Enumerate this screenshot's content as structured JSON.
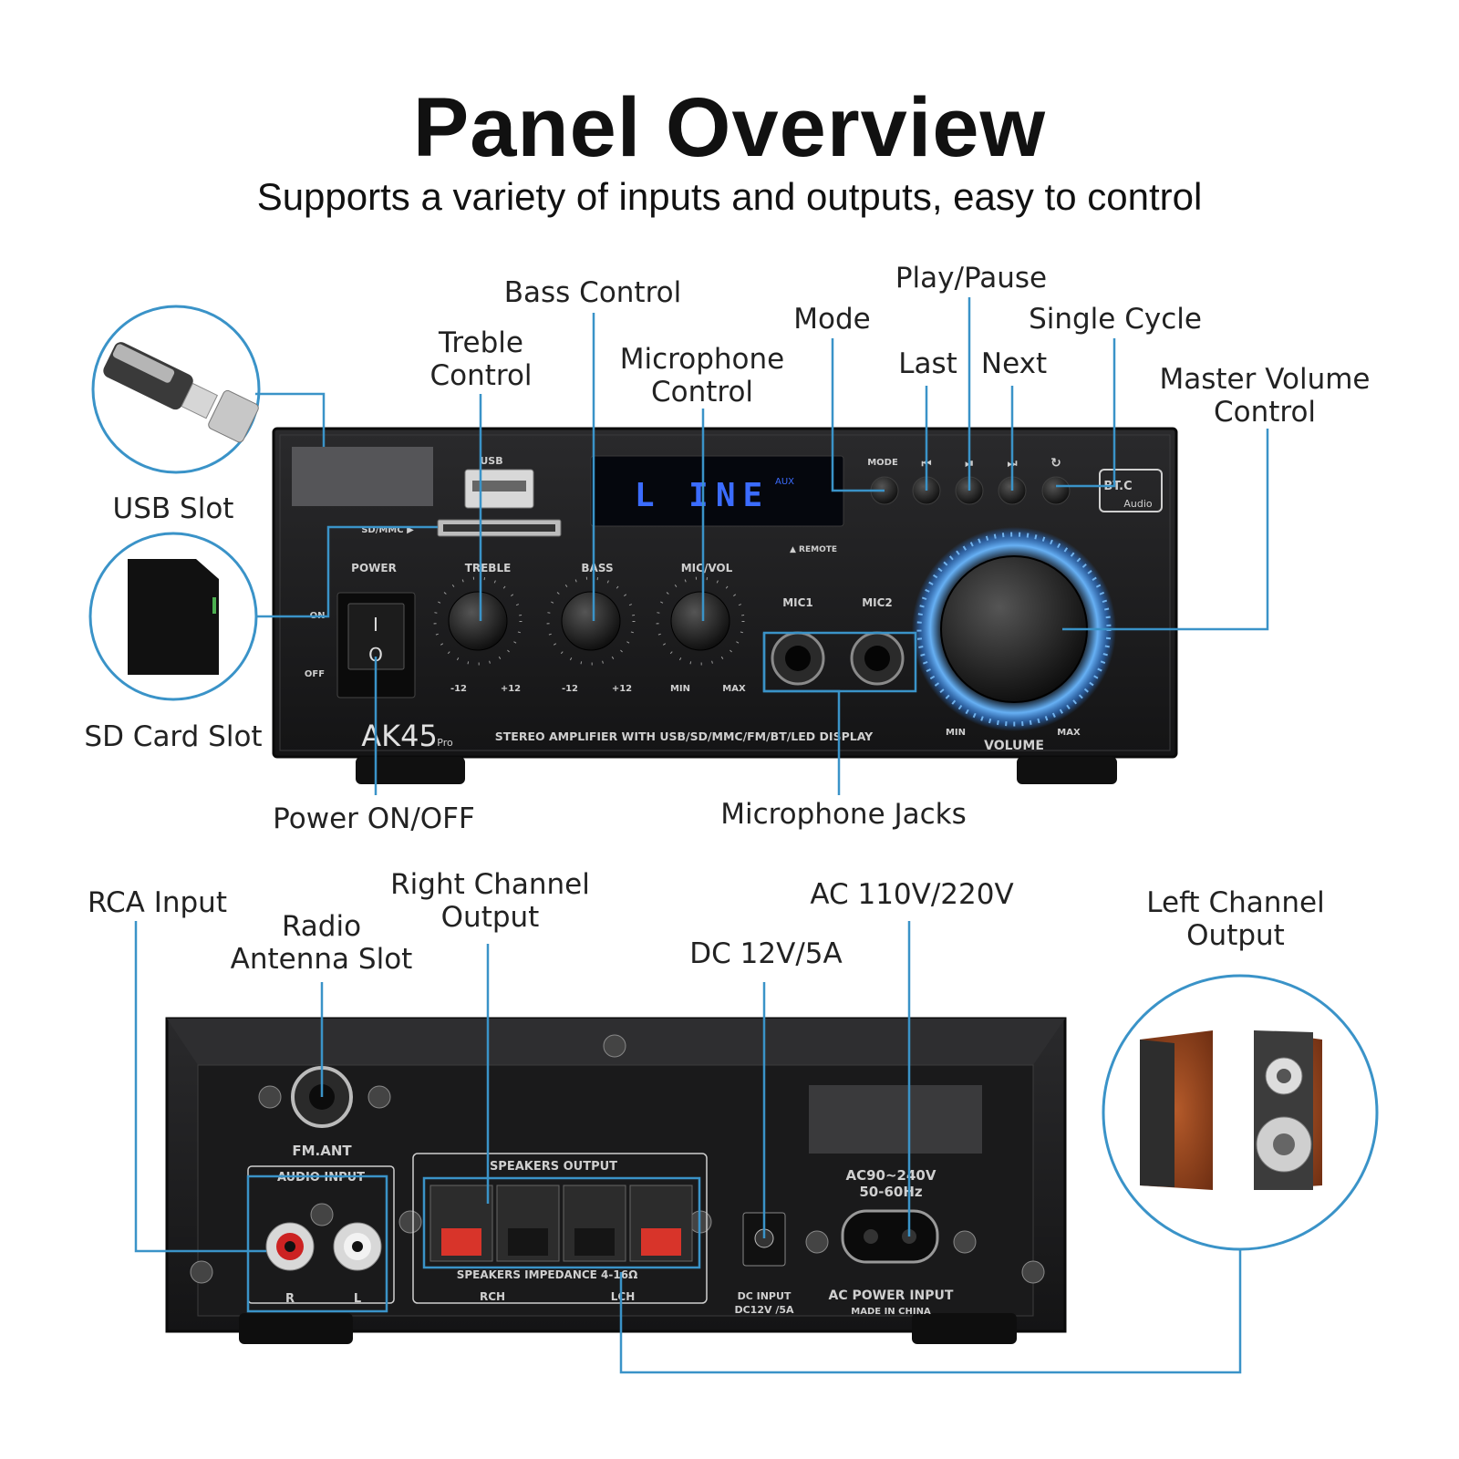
{
  "header": {
    "title": "Panel Overview",
    "subtitle": "Supports a variety of inputs and outputs, easy to control"
  },
  "front_callouts": {
    "usb_slot": "USB Slot",
    "sd_card_slot": "SD Card Slot",
    "power_on_off": "Power ON/OFF",
    "treble_control": [
      "Treble",
      "Control"
    ],
    "bass_control": "Bass Control",
    "microphone_control": [
      "Microphone",
      "Control"
    ],
    "mode": "Mode",
    "play_pause": "Play/Pause",
    "last": "Last",
    "next": "Next",
    "single_cycle": "Single Cycle",
    "master_volume_control": [
      "Master Volume",
      "Control"
    ],
    "microphone_jacks": "Microphone Jacks"
  },
  "rear_callouts": {
    "rca_input": "RCA Input",
    "radio_antenna_slot": [
      "Radio",
      "Antenna Slot"
    ],
    "right_channel_output": [
      "Right Channel",
      "Output"
    ],
    "dc_input": "DC 12V/5A",
    "ac_input": "AC 110V/220V",
    "left_channel_output": [
      "Left Channel",
      "Output"
    ]
  },
  "front_panel_print": {
    "usb": "USB",
    "sd": "SD/MMC ▶",
    "display": "L INE",
    "aux": "AUX",
    "remote": "▲ REMOTE",
    "mode": "MODE",
    "prev": "⏮",
    "play": "⏯",
    "next": "⏭",
    "cycle": "↻",
    "bt": "BT.C",
    "bt_audio": "Audio",
    "power": "POWER",
    "on": "ON",
    "off": "OFF",
    "switch_on": "I",
    "switch_off": "O",
    "treble": "TREBLE",
    "bass": "BASS",
    "micvol": "MIC/VOL",
    "m12": "-12",
    "p12": "+12",
    "min": "MIN",
    "max": "MAX",
    "mic1": "MIC1",
    "mic2": "MIC2",
    "model": "AK45",
    "model_pro": "Pro",
    "tagline": "STEREO AMPLIFIER WITH USB/SD/MMC/FM/BT/LED DISPLAY",
    "vol_min": "MIN",
    "vol_max": "MAX",
    "volume": "VOLUME"
  },
  "rear_panel_print": {
    "fm_ant": "FM.ANT",
    "audio_input": "AUDIO INPUT",
    "speakers_output": "SPEAKERS OUTPUT",
    "speakers_impedance": "SPEAKERS IMPEDANCE 4-16Ω",
    "r": "R",
    "l": "L",
    "rch": "RCH",
    "lch": "LCH",
    "dc_input": "DC INPUT",
    "dc_rating": "DC12V /5A",
    "ac_range": "AC90~240V",
    "ac_freq": "50-60Hz",
    "ac_power_input": "AC POWER INPUT",
    "made_in": "MADE IN CHINA"
  },
  "colors": {
    "callout_line": "#3a93c8",
    "panel": "#1c1c1e",
    "led": "#3b6cff",
    "glow": "#4fa8ff",
    "red_terminal": "#d8342a"
  }
}
